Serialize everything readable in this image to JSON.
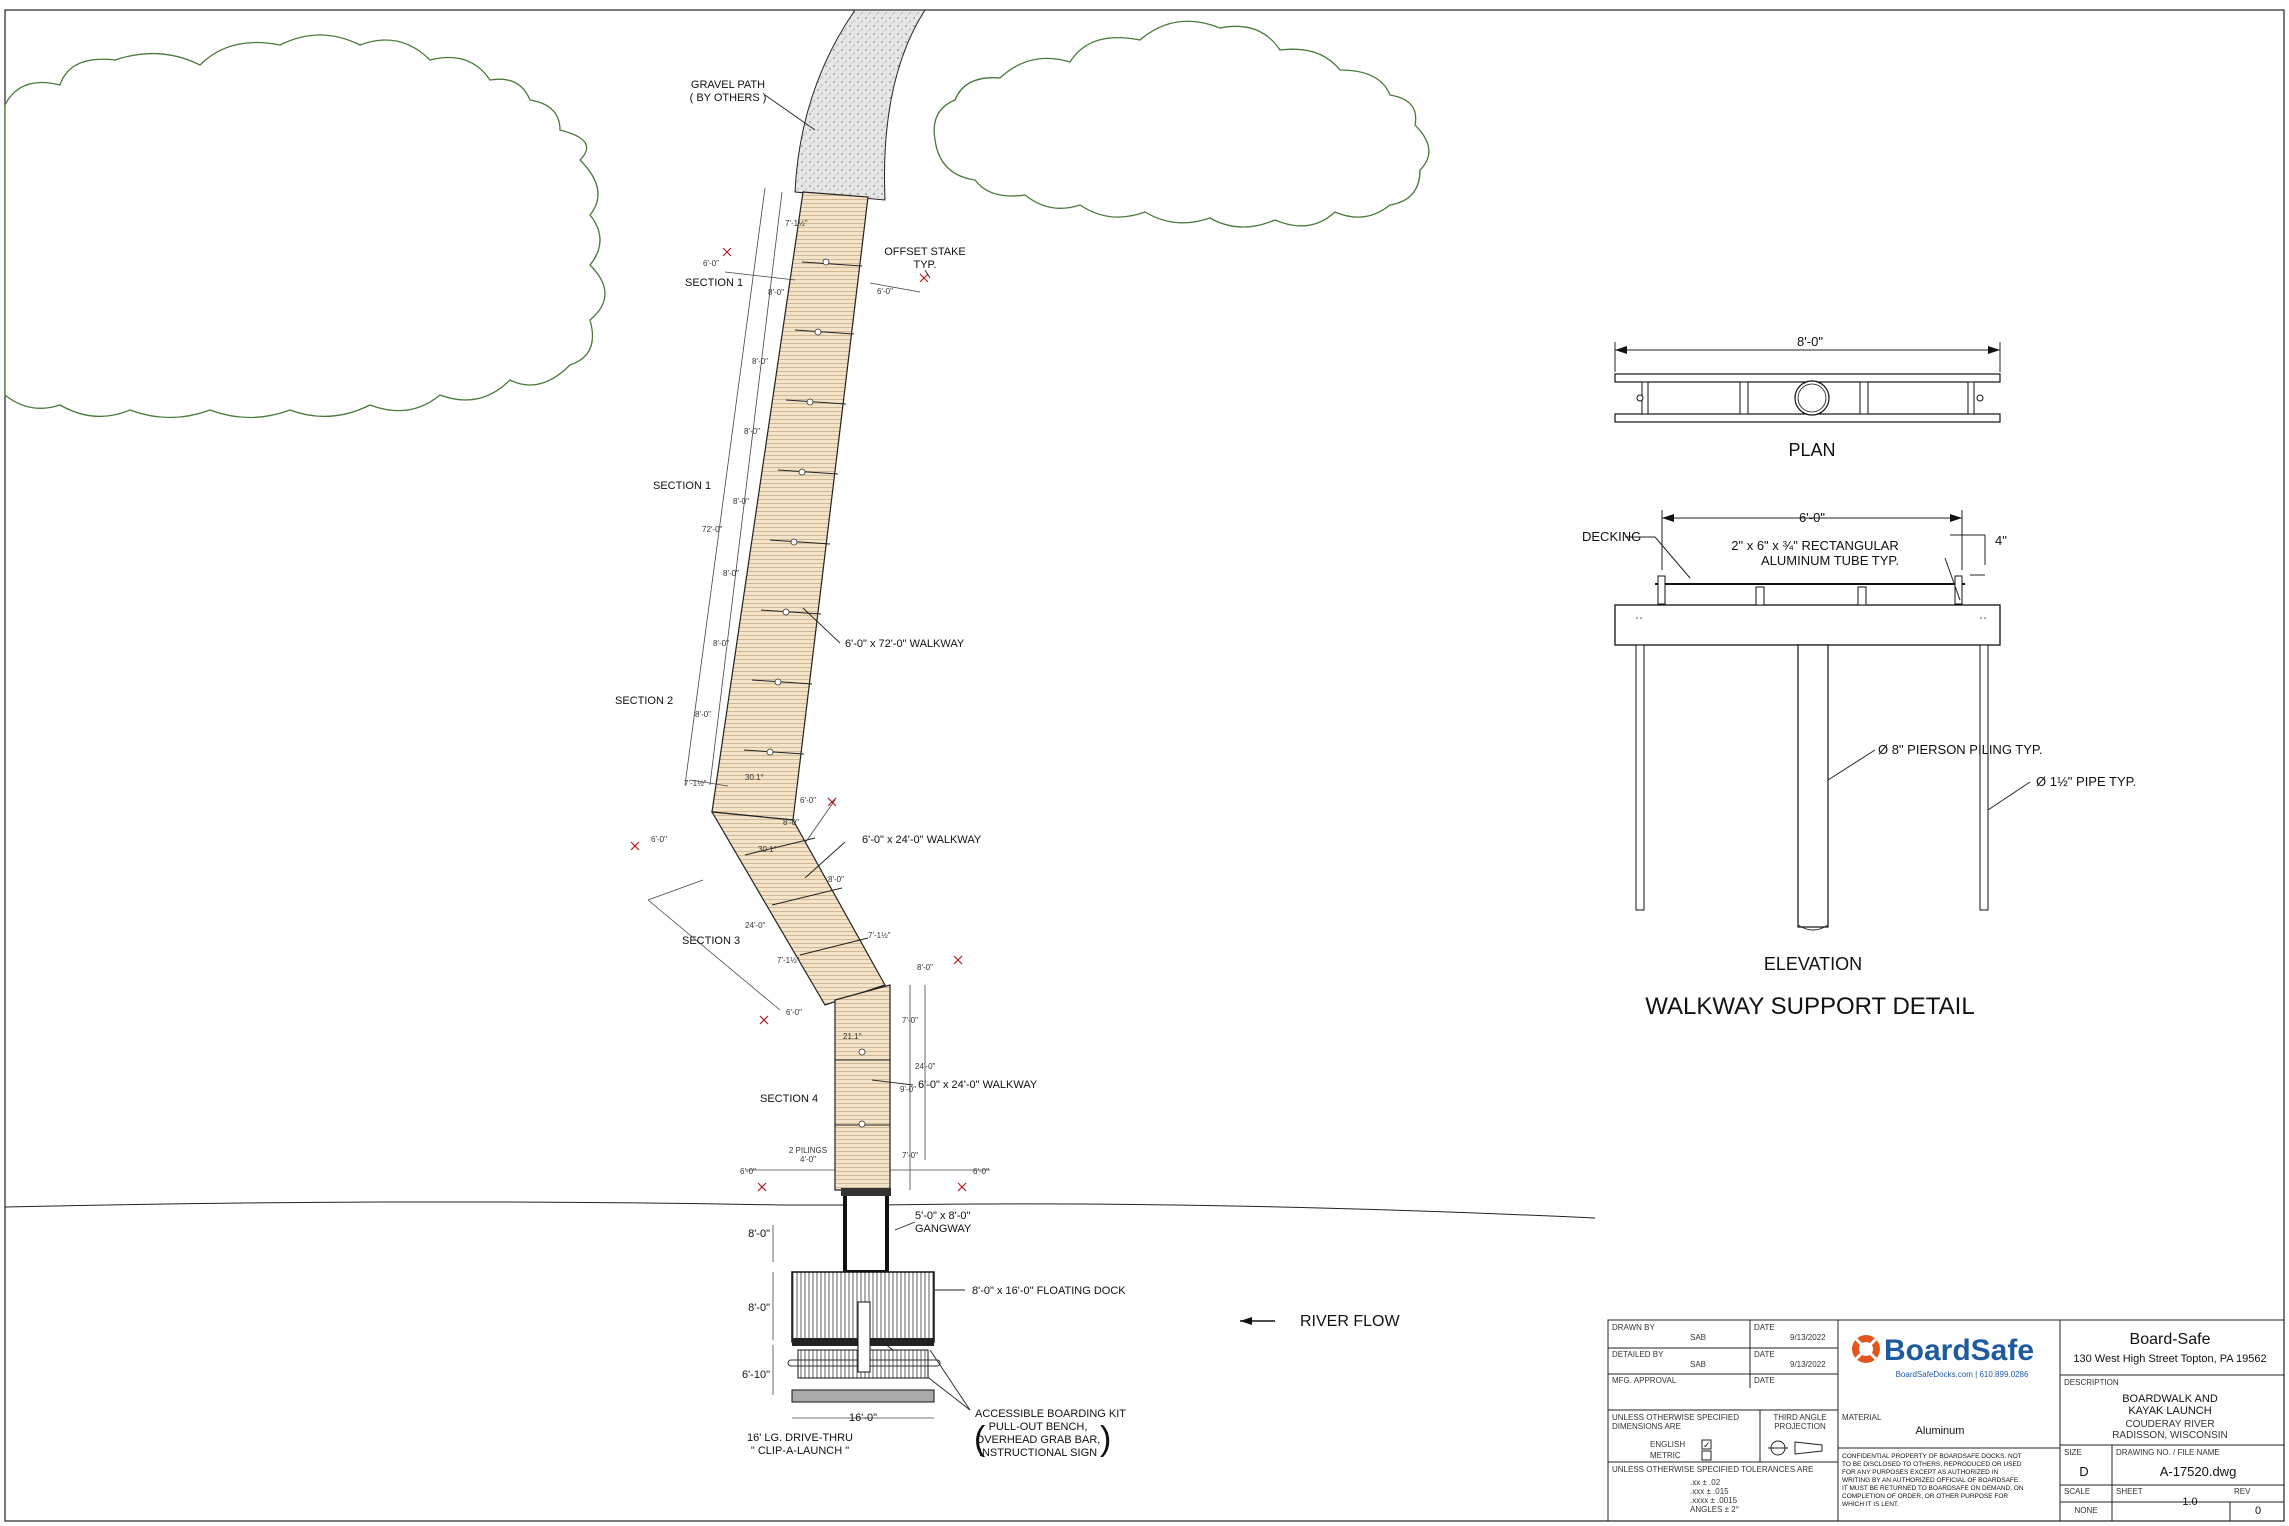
{
  "labels": {
    "gravel_path": [
      "GRAVEL PATH",
      "( BY OTHERS )"
    ],
    "offset_stake": [
      "OFFSET STAKE",
      "TYP."
    ],
    "section1_top": "SECTION 1",
    "section1": "SECTION 1",
    "section2": "SECTION 2",
    "section3": "SECTION 3",
    "section4": "SECTION 4",
    "walkway_72": "6'-0\" x 72'-0\" WALKWAY",
    "walkway_24a": "6'-0\" x 24'-0\" WALKWAY",
    "walkway_24b": "6'-0\" x 24'-0\" WALKWAY",
    "gangway": [
      "5'-0\" x 8'-0\"",
      "GANGWAY"
    ],
    "floating_dock": "8'-0\" x 16'-0\" FLOATING DOCK",
    "boarding_kit": [
      "ACCESSIBLE BOARDING KIT",
      "PULL-OUT BENCH,",
      "OVERHEAD GRAB BAR,",
      "INSTRUCTIONAL SIGN"
    ],
    "drive_thru": [
      "16' LG. DRIVE-THRU",
      "\" CLIP-A-LAUNCH \""
    ],
    "river_flow": "RIVER FLOW",
    "two_pilings": [
      "2 PILINGS",
      "4'-0\""
    ]
  },
  "dims": {
    "d_6_0": "6'-0\"",
    "d_8_0": "8'-0\"",
    "d_7_1": "7'-1½\"",
    "d_72_0": "72'-0\"",
    "d_24_0": "24'-0\"",
    "d_7_0": "7'-0\"",
    "d_6_10": "6'-10\"",
    "d_16_0": "16'-0\"",
    "d_9_0": "9'-0\"",
    "d_angle": "30.1°",
    "d_angle2": "21.1°"
  },
  "detail": {
    "plan_dim": "8'-0\"",
    "plan_label": "PLAN",
    "elev_dim": "6'-0\"",
    "decking": "DECKING",
    "tube": [
      "2\" x 6\" x ¾\" RECTANGULAR",
      "ALUMINUM TUBE TYP."
    ],
    "four_in": "4\"",
    "piling": "Ø 8\" PIERSON PILING TYP.",
    "pipe": "Ø 1½\" PIPE TYP.",
    "elevation_label": "ELEVATION",
    "title": "WALKWAY SUPPORT DETAIL"
  },
  "title_block": {
    "drawn_by_label": "DRAWN BY",
    "drawn_by": "SAB",
    "date_label": "DATE",
    "drawn_date": "9/13/2022",
    "detailed_by_label": "DETAILED BY",
    "detailed_by": "SAB",
    "detailed_date": "9/13/2022",
    "mfg_label": "MFG. APPROVAL",
    "mfg_date_label": "DATE",
    "units_label": [
      "UNLESS OTHERWISE SPECIFIED",
      "DIMENSIONS ARE"
    ],
    "english": "ENGLISH",
    "metric": "METRIC",
    "projection": [
      "THIRD ANGLE",
      "PROJECTION"
    ],
    "tolerances_label": "UNLESS OTHERWISE SPECIFIED TOLERANCES ARE",
    "tolerances": [
      ".xx  ±  .02",
      ".xxx  ±  .015",
      ".xxxx  ±  .0015",
      "ANGLES  ±  2°"
    ],
    "material_label": "MATERIAL",
    "material": "Aluminum",
    "confidential": [
      "CONFIDENTIAL PROPERTY OF BOARDSAFE DOCKS. NOT",
      "TO BE DISCLOSED TO OTHERS, REPRODUCED OR USED",
      "FOR ANY PURPOSES EXCEPT AS AUTHORIZED IN",
      "WRITING BY AN AUTHORIZED OFFICIAL OF BOARDSAFE.",
      "IT MUST BE RETURNED TO BOARDSAFE ON DEMAND, ON",
      "COMPLETION OF ORDER, OR OTHER PURPOSE FOR",
      "WHICH IT IS LENT."
    ],
    "brand": "BoardSafe",
    "brand_sub": "BoardSafeDocks.com  |  610.899.0286",
    "company": "Board-Safe",
    "address": "130 West High Street  Topton, PA 19562",
    "description_label": "DESCRIPTION",
    "description": [
      "BOARDWALK AND",
      "KAYAK LAUNCH"
    ],
    "location": [
      "COUDERAY RIVER",
      "RADISSON, WISCONSIN"
    ],
    "size_label": "SIZE",
    "size": "D",
    "drawing_no_label": "DRAWING NO. / FILE NAME",
    "drawing_no": "A-17520.dwg",
    "scale_label": "SCALE",
    "scale": "NONE",
    "sheet_label": "SHEET",
    "sheet": "1.0",
    "rev_label": "REV",
    "rev": "0"
  },
  "colors": {
    "walkway_fill": "#f2e3c9",
    "cloud_stroke": "#4a7a3a",
    "brand_orange": "#e2561d",
    "brand_blue": "#1e5aa0"
  }
}
